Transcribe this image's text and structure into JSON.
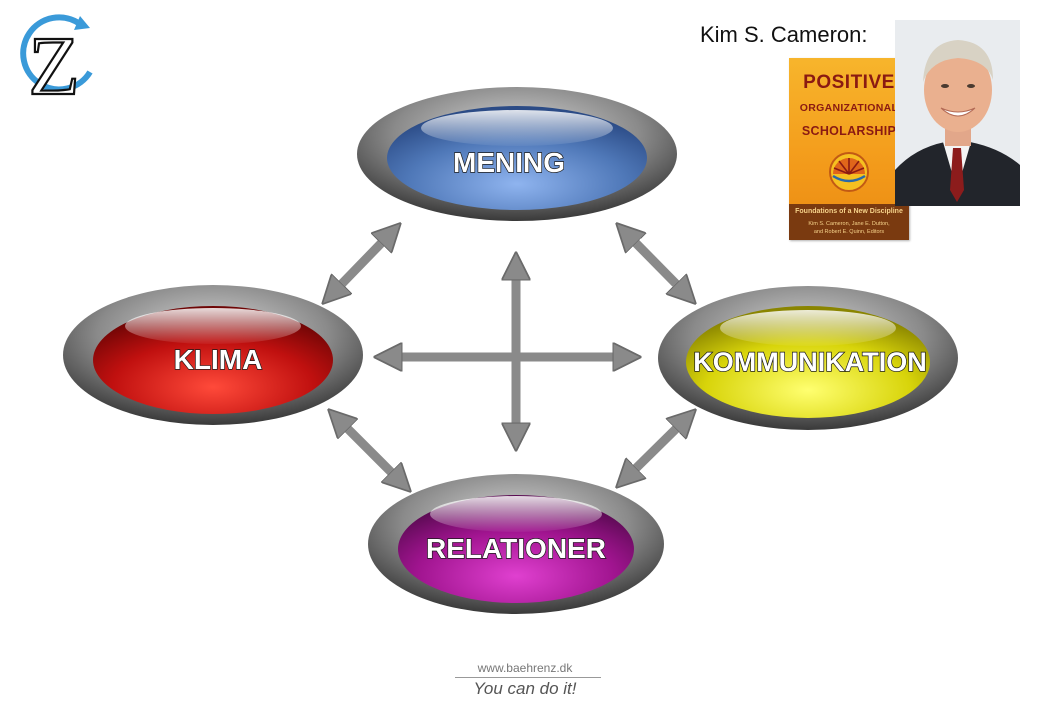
{
  "header": {
    "logo_letter": "Z",
    "author_caption": "Kim S. Cameron:"
  },
  "book": {
    "title_line1": "POSITIVE",
    "title_line2": "ORGANIZATIONAL",
    "title_line3": "SCHOLARSHIP",
    "subtitle": "Foundations of a New Discipline",
    "editors_line1": "Kim S. Cameron, Jane E. Dutton,",
    "editors_line2": "and Robert E. Quinn, Editors"
  },
  "diagram": {
    "nodes": [
      {
        "id": "mening",
        "label": "MENING",
        "color": "#4f78b8"
      },
      {
        "id": "klima",
        "label": "KLIMA",
        "color": "#c0100f"
      },
      {
        "id": "kommunikation",
        "label": "KOMMUNIKATION",
        "color": "#d8d40a"
      },
      {
        "id": "relationer",
        "label": "RELATIONER",
        "color": "#a0148f"
      }
    ],
    "edges": [
      [
        "mening",
        "klima"
      ],
      [
        "mening",
        "kommunikation"
      ],
      [
        "klima",
        "relationer"
      ],
      [
        "kommunikation",
        "relationer"
      ],
      [
        "mening",
        "relationer"
      ],
      [
        "klima",
        "kommunikation"
      ]
    ]
  },
  "footer": {
    "url": "www.baehrenz.dk",
    "tagline": "You can do it!"
  }
}
